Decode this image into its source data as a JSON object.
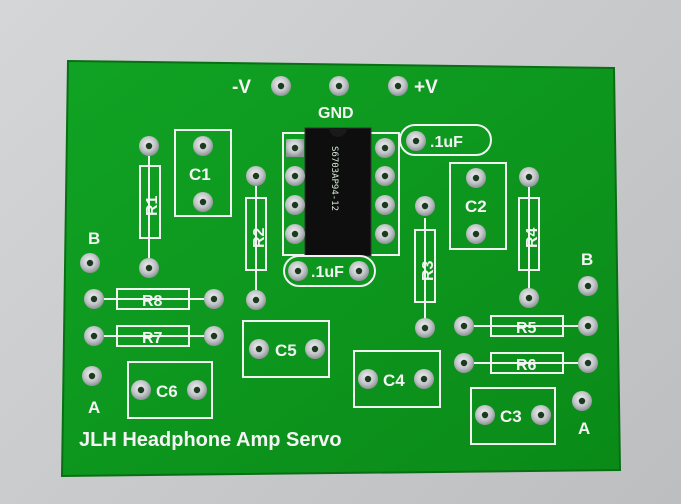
{
  "board": {
    "title": "JLH Headphone Amp Servo",
    "chip_marking": "S6703AP94-12",
    "colors": {
      "board": "#0c8f1c",
      "silkscreen": "#f4f4f4",
      "pad": "#c7c9cc",
      "background": "#cfd1d3"
    }
  },
  "power": {
    "neg": "-V",
    "gnd": "GND",
    "pos": "+V"
  },
  "components": {
    "c1": "C1",
    "c2": "C2",
    "c3": "C3",
    "c4": "C4",
    "c5": "C5",
    "c6": "C6",
    "r1": "R1",
    "r2": "R2",
    "r3": "R3",
    "r4": "R4",
    "r5": "R5",
    "r6": "R6",
    "r7": "R7",
    "r8": "R8",
    "cap_top": ".1uF",
    "cap_bottom": ".1uF"
  },
  "edges": {
    "b_left": "B",
    "a_left": "A",
    "b_right": "B",
    "a_right": "A"
  }
}
